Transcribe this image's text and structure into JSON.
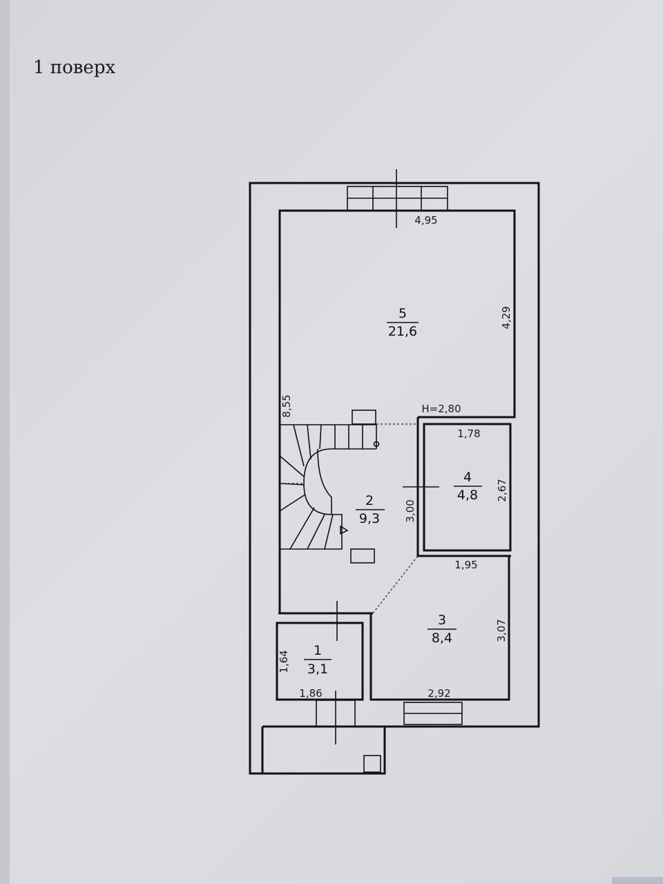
{
  "floor_title": "1 поверх",
  "ceiling_height": "H=2,80",
  "rooms": [
    {
      "number": "5",
      "area": "21,6"
    },
    {
      "number": "4",
      "area": "4,8"
    },
    {
      "number": "2",
      "area": "9,3"
    },
    {
      "number": "3",
      "area": "8,4"
    },
    {
      "number": "1",
      "area": "3,1"
    }
  ],
  "dimensions": [
    "4,95",
    "4,29",
    "8,55",
    "1,78",
    "2,67",
    "3,00",
    "1,95",
    "3,07",
    "2,92",
    "1,64",
    "1,86"
  ]
}
